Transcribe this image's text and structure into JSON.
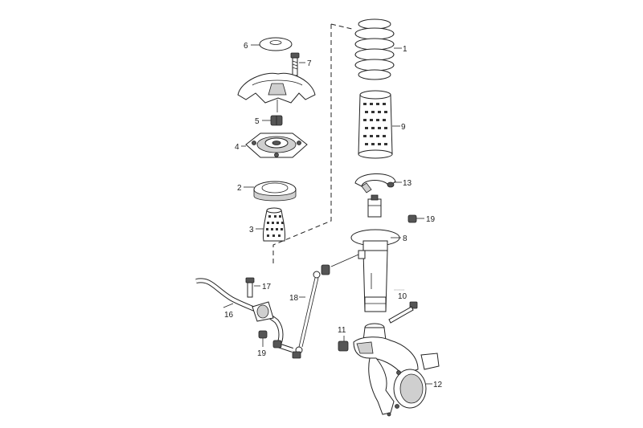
{
  "diagram": {
    "part_labels": {
      "p1": "1",
      "p2": "2",
      "p3": "3",
      "p4": "4",
      "p5": "5",
      "p6": "6",
      "p7": "7",
      "p8": "8",
      "p9": "9",
      "p10": "10",
      "p11": "11",
      "p12": "12",
      "p13": "13",
      "p16": "16",
      "p17": "17",
      "p18": "18",
      "p19a": "19",
      "p19b": "19"
    },
    "colors": {
      "line": "#222222",
      "background": "#ffffff",
      "shade": "#cfcfcf"
    }
  }
}
